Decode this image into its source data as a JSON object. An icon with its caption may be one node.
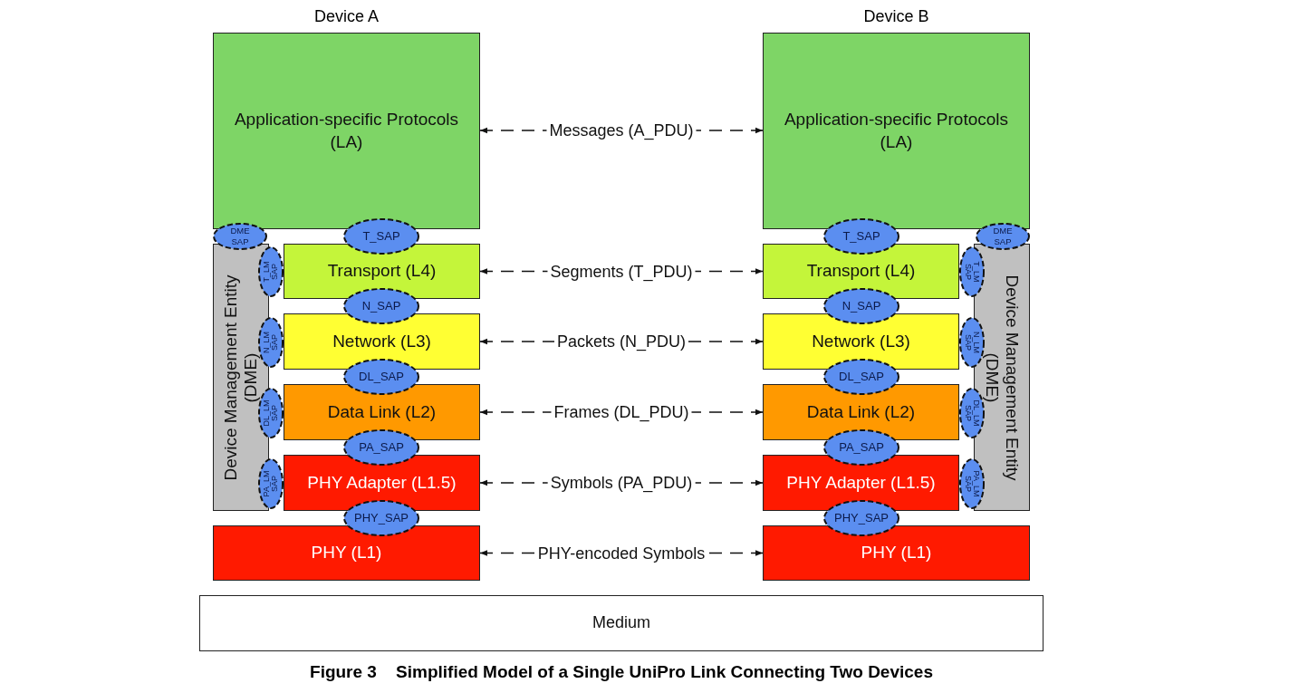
{
  "diagram": {
    "caption": "Figure 3    Simplified Model of a Single UniPro Link Connecting Two Devices",
    "nodes": [
      {
        "text": [
          "Application-specific Protocols (LA)"
        ],
        "beside": [
          "Device A"
        ]
      },
      {
        "text": [
          "Transport (L4)"
        ]
      },
      {
        "text": [
          "Network (L3)"
        ]
      },
      {
        "text": [
          "Data Link (L2)"
        ]
      },
      {
        "text": [
          "PHY Adapter (L1.5)"
        ]
      },
      {
        "text": [
          "PHY (L1)"
        ]
      },
      {
        "text": [
          "Device Management Entity (DME)"
        ]
      },
      {
        "text": [
          "T_SAP"
        ]
      },
      {
        "text": [
          "N_SAP"
        ]
      },
      {
        "text": [
          "DL_SAP"
        ]
      },
      {
        "text": [
          "PA_SAP"
        ]
      },
      {
        "text": [
          "PHY_SAP"
        ]
      },
      {
        "text": [
          "DME SAP"
        ]
      },
      {
        "text": [
          "T_LM SAP"
        ]
      },
      {
        "text": [
          "N_LM SAP"
        ]
      },
      {
        "text": [
          "DL_LM SAP"
        ]
      },
      {
        "text": [
          "PA_LM SAP"
        ]
      },
      {
        "text": [
          "Application-specific Protocols (LA)"
        ],
        "beside": [
          "Device B"
        ]
      },
      {
        "text": [
          "Transport (L4)"
        ]
      },
      {
        "text": [
          "Network (L3)"
        ]
      },
      {
        "text": [
          "Data Link (L2)"
        ]
      },
      {
        "text": [
          "PHY Adapter (L1.5)"
        ]
      },
      {
        "text": [
          "PHY (L1)"
        ]
      },
      {
        "text": [
          "Device Management Entity (DME)"
        ]
      },
      {
        "text": [
          "T_SAP"
        ]
      },
      {
        "text": [
          "N_SAP"
        ]
      },
      {
        "text": [
          "DL_SAP"
        ]
      },
      {
        "text": [
          "PA_SAP"
        ]
      },
      {
        "text": [
          "PHY_SAP"
        ]
      },
      {
        "text": [
          "DME SAP"
        ]
      },
      {
        "text": [
          "T_LM SAP"
        ]
      },
      {
        "text": [
          "N_LM SAP"
        ]
      },
      {
        "text": [
          "DL_LM SAP"
        ]
      },
      {
        "text": [
          "PA_LM SAP"
        ]
      },
      {
        "text": [
          "Medium"
        ]
      }
    ],
    "edges": [
      {
        "from": 0,
        "to": 17,
        "arrow": "both",
        "style": "dashed",
        "label": "Messages (A_PDU)"
      },
      {
        "from": 1,
        "to": 18,
        "arrow": "both",
        "style": "dashed",
        "label": "Segments (T_PDU)"
      },
      {
        "from": 2,
        "to": 19,
        "arrow": "both",
        "style": "dashed",
        "label": "Packets (N_PDU)"
      },
      {
        "from": 3,
        "to": 20,
        "arrow": "both",
        "style": "dashed",
        "label": "Frames (DL_PDU)"
      },
      {
        "from": 4,
        "to": 21,
        "arrow": "both",
        "style": "dashed",
        "label": "Symbols (PA_PDU)"
      },
      {
        "from": 5,
        "to": 22,
        "arrow": "both",
        "style": "dashed",
        "label": "PHY-encoded Symbols"
      }
    ]
  }
}
